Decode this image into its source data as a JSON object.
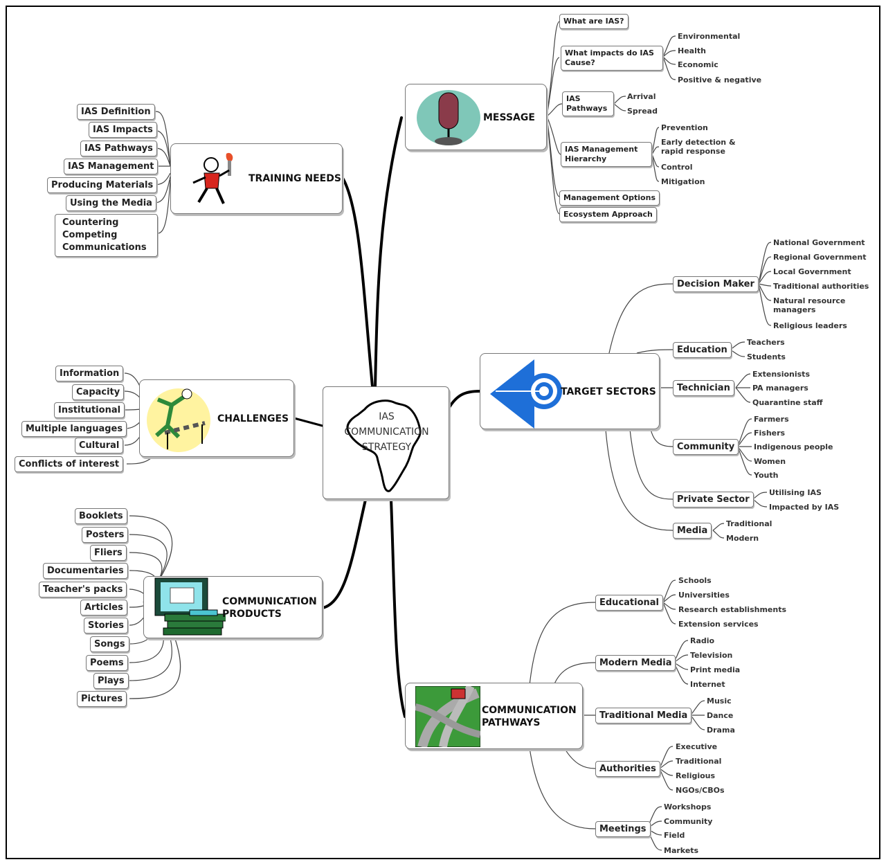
{
  "center": {
    "title_lines": [
      "IAS",
      "COMMUNICATION",
      "STRATEGY"
    ]
  },
  "message": {
    "label": "MESSAGE",
    "items": {
      "what_are": "What are IAS?",
      "impacts": "What impacts do IAS Cause?",
      "impacts_leaves": [
        "Environmental",
        "Health",
        "Economic",
        "Positive & negative"
      ],
      "pathways": "IAS Pathways",
      "pathways_leaves": [
        "Arrival",
        "Spread"
      ],
      "hierarchy": "IAS Management Hierarchy",
      "hierarchy_leaves": [
        "Prevention",
        "Early detection & rapid response",
        "Control",
        "Mitigation"
      ],
      "options": "Management Options",
      "ecosystem": "Ecosystem Approach"
    }
  },
  "training": {
    "label": "TRAINING NEEDS",
    "items": [
      "IAS Definition",
      "IAS Impacts",
      "IAS Pathways",
      "IAS Management",
      "Producing Materials",
      "Using the Media",
      "Countering Competing Communications"
    ]
  },
  "challenges": {
    "label": "CHALLENGES",
    "items": [
      "Information",
      "Capacity",
      "Institutional",
      "Multiple languages",
      "Cultural",
      "Conflicts of interest"
    ]
  },
  "products": {
    "label_lines": [
      "COMMUNICATION",
      "PRODUCTS"
    ],
    "items": [
      "Booklets",
      "Posters",
      "Fliers",
      "Documentaries",
      "Teacher's packs",
      "Articles",
      "Stories",
      "Songs",
      "Poems",
      "Plays",
      "Pictures"
    ]
  },
  "target": {
    "label": "TARGET SECTORS",
    "decision": {
      "label": "Decision Maker",
      "leaves": [
        "National Government",
        "Regional Government",
        "Local Government",
        "Traditional authorities",
        "Natural resource managers",
        "Religious leaders"
      ]
    },
    "education": {
      "label": "Education",
      "leaves": [
        "Teachers",
        "Students"
      ]
    },
    "technician": {
      "label": "Technician",
      "leaves": [
        "Extensionists",
        "PA managers",
        "Quarantine staff"
      ]
    },
    "community": {
      "label": "Community",
      "leaves": [
        "Farmers",
        "Fishers",
        "Indigenous people",
        "Women",
        "Youth"
      ]
    },
    "private": {
      "label": "Private Sector",
      "leaves": [
        "Utilising IAS",
        "Impacted by IAS"
      ]
    },
    "media": {
      "label": "Media",
      "leaves": [
        "Traditional",
        "Modern"
      ]
    }
  },
  "pathways": {
    "label_lines": [
      "COMMUNICATION",
      "PATHWAYS"
    ],
    "educational": {
      "label": "Educational",
      "leaves": [
        "Schools",
        "Universities",
        "Research establishments",
        "Extension services"
      ]
    },
    "modern": {
      "label": "Modern Media",
      "leaves": [
        "Radio",
        "Television",
        "Print media",
        "Internet"
      ]
    },
    "traditional": {
      "label": "Traditional Media",
      "leaves": [
        "Music",
        "Dance",
        "Drama"
      ]
    },
    "authorities": {
      "label": "Authorities",
      "leaves": [
        "Executive",
        "Traditional",
        "Religious",
        "NGOs/CBOs"
      ]
    },
    "meetings": {
      "label": "Meetings",
      "leaves": [
        "Workshops",
        "Community",
        "Field",
        "Markets"
      ]
    }
  }
}
